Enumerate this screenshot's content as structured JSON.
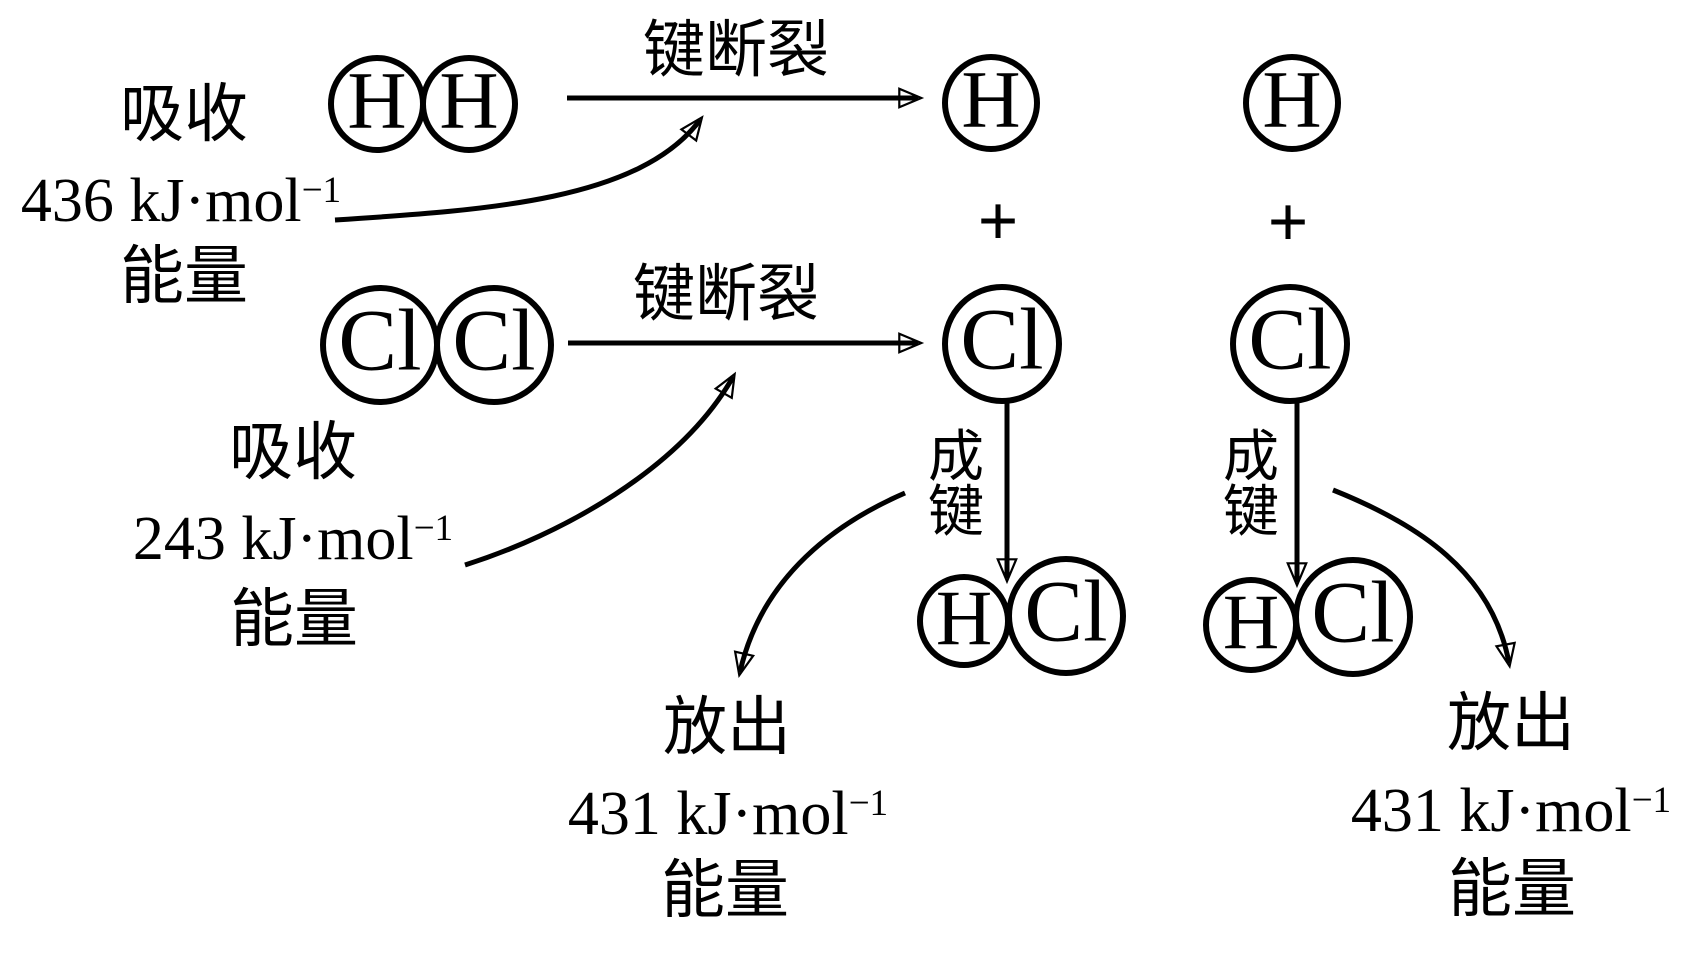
{
  "reactants": {
    "h2": {
      "atoms": [
        "H",
        "H"
      ],
      "bond_break_label": "键断裂",
      "absorb": {
        "action": "吸收",
        "energy_value": "436 kJ·mol",
        "energy_exponent": "−1",
        "energy_noun": "能量"
      }
    },
    "cl2": {
      "atoms": [
        "Cl",
        "Cl"
      ],
      "bond_break_label": "键断裂",
      "absorb": {
        "action": "吸收",
        "energy_value": "243 kJ·mol",
        "energy_exponent": "−1",
        "energy_noun": "能量"
      }
    }
  },
  "intermediates": {
    "h_atoms": [
      "H",
      "H"
    ],
    "cl_atoms": [
      "Cl",
      "Cl"
    ],
    "plus_signs": [
      "+",
      "+"
    ]
  },
  "products": {
    "hcl_left": {
      "atoms": [
        "H",
        "Cl"
      ],
      "bond_form_label": "成键",
      "release": {
        "action": "放出",
        "energy_value": "431 kJ·mol",
        "energy_exponent": "−1",
        "energy_noun": "能量"
      }
    },
    "hcl_right": {
      "atoms": [
        "H",
        "Cl"
      ],
      "bond_form_label": "成键",
      "release": {
        "action": "放出",
        "energy_value": "431 kJ·mol",
        "energy_exponent": "−1",
        "energy_noun": "能量"
      }
    }
  },
  "colors": {
    "ink": "#000000",
    "background": "#ffffff"
  }
}
